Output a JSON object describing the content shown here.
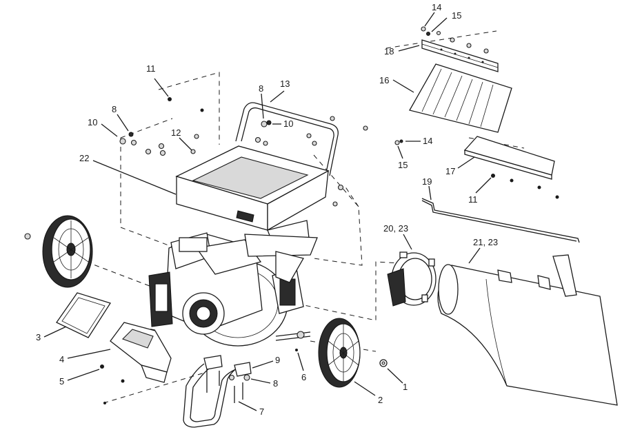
{
  "diagram": {
    "callouts": [
      {
        "id": "c14a",
        "text": "14"
      },
      {
        "id": "c15a",
        "text": "15"
      },
      {
        "id": "c18",
        "text": "18"
      },
      {
        "id": "c16",
        "text": "16"
      },
      {
        "id": "c14b",
        "text": "14"
      },
      {
        "id": "c15b",
        "text": "15"
      },
      {
        "id": "c17",
        "text": "17"
      },
      {
        "id": "c11b",
        "text": "11"
      },
      {
        "id": "c19",
        "text": "19"
      },
      {
        "id": "c2023",
        "text": "20, 23"
      },
      {
        "id": "c2123",
        "text": "21, 23"
      },
      {
        "id": "c11a",
        "text": "11"
      },
      {
        "id": "c8a",
        "text": "8"
      },
      {
        "id": "c13",
        "text": "13"
      },
      {
        "id": "c10a",
        "text": "10"
      },
      {
        "id": "c8b",
        "text": "8"
      },
      {
        "id": "c10b",
        "text": "10"
      },
      {
        "id": "c12",
        "text": "12"
      },
      {
        "id": "c22",
        "text": "22"
      },
      {
        "id": "c3",
        "text": "3"
      },
      {
        "id": "c4",
        "text": "4"
      },
      {
        "id": "c5",
        "text": "5"
      },
      {
        "id": "c6",
        "text": "6"
      },
      {
        "id": "c9",
        "text": "9"
      },
      {
        "id": "c8c",
        "text": "8"
      },
      {
        "id": "c7",
        "text": "7"
      },
      {
        "id": "c1",
        "text": "1"
      },
      {
        "id": "c2",
        "text": "2"
      }
    ]
  }
}
